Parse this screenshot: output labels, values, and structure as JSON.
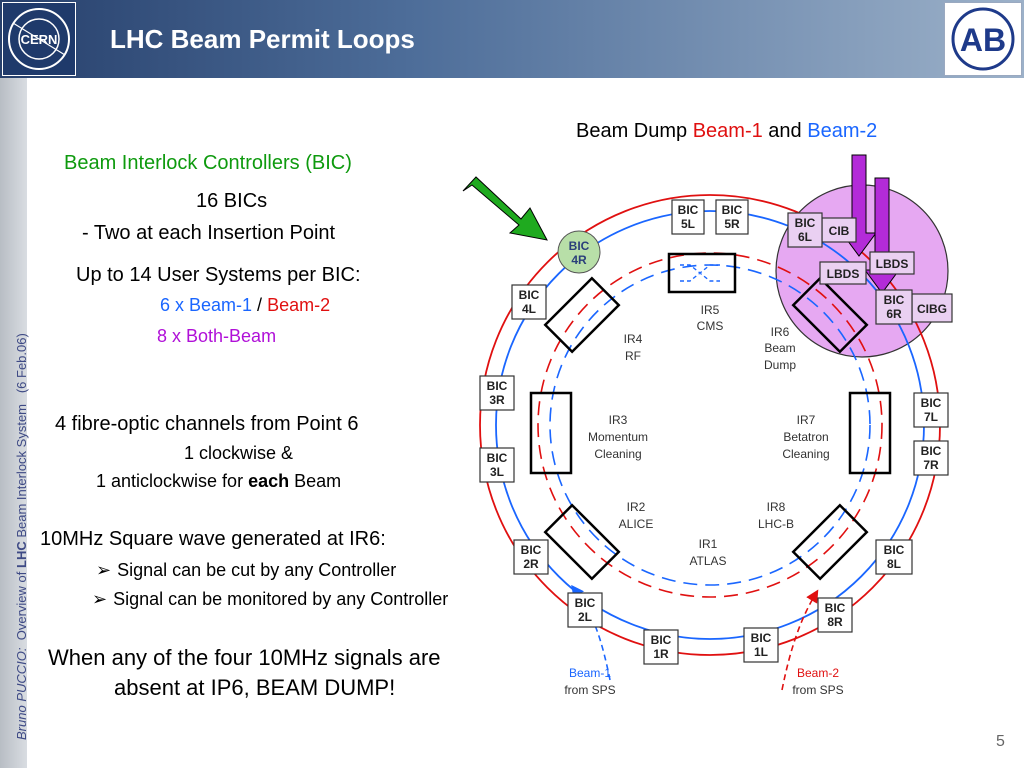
{
  "header": {
    "title": "LHC Beam Permit Loops",
    "cern_logo_text": "CERN",
    "ab_logo_text": "AB"
  },
  "sidebar": {
    "author_first": "Bruno",
    "author_last": "PUCCIO:",
    "talk": "Overview of",
    "lhc": "LHC",
    "rest": "Beam Interlock System",
    "date": "(6 Feb.06)"
  },
  "content": {
    "bic_heading": "Beam Interlock Controllers (BIC)",
    "bic_count": "16 BICs",
    "bic_each": "- Two at each Insertion Point",
    "user_systems": "Up to 14 User Systems per BIC:",
    "six_prefix": "6 x ",
    "six_beam1": "Beam-1",
    "six_sep": " / ",
    "six_beam2": "Beam-2",
    "eight_both": "8 x Both-Beam",
    "fibre_title": "4 fibre-optic channels from Point 6",
    "fibre_cw": "1 clockwise &",
    "fibre_acw_prefix": "1 anticlockwise for ",
    "fibre_acw_bold": "each",
    "fibre_acw_suffix": " Beam",
    "square_wave": "10MHz Square wave generated at IR6:",
    "bullet_cut": "Signal can be cut by any Controller",
    "bullet_monitor": "Signal can be monitored by any Controller",
    "dump_line1": "When any of the four 10MHz signals are",
    "dump_line2": "absent at IP6, BEAM DUMP!",
    "beam_dump_label": "Beam Dump ",
    "beam_dump_b1": "Beam-1",
    "beam_dump_and": " and ",
    "beam_dump_b2": "Beam-2",
    "bullet_icon": "arrow-bullet-icon"
  },
  "diagram": {
    "bics": [
      {
        "id": "bic-5l",
        "l1": "BIC",
        "l2": "5L"
      },
      {
        "id": "bic-5r",
        "l1": "BIC",
        "l2": "5R"
      },
      {
        "id": "bic-4r",
        "l1": "BIC",
        "l2": "4R"
      },
      {
        "id": "bic-4l",
        "l1": "BIC",
        "l2": "4L"
      },
      {
        "id": "bic-6l",
        "l1": "BIC",
        "l2": "6L"
      },
      {
        "id": "bic-6r",
        "l1": "BIC",
        "l2": "6R"
      },
      {
        "id": "bic-3r",
        "l1": "BIC",
        "l2": "3R"
      },
      {
        "id": "bic-3l",
        "l1": "BIC",
        "l2": "3L"
      },
      {
        "id": "bic-7l",
        "l1": "BIC",
        "l2": "7L"
      },
      {
        "id": "bic-7r",
        "l1": "BIC",
        "l2": "7R"
      },
      {
        "id": "bic-2r",
        "l1": "BIC",
        "l2": "2R"
      },
      {
        "id": "bic-8l",
        "l1": "BIC",
        "l2": "8L"
      },
      {
        "id": "bic-2l",
        "l1": "BIC",
        "l2": "2L"
      },
      {
        "id": "bic-8r",
        "l1": "BIC",
        "l2": "8R"
      },
      {
        "id": "bic-1r",
        "l1": "BIC",
        "l2": "1R"
      },
      {
        "id": "bic-1l",
        "l1": "BIC",
        "l2": "1L"
      }
    ],
    "cib": "CIB",
    "lbds": "LBDS",
    "cibg": "CIBG",
    "ir_labels": [
      {
        "id": "ir5",
        "l1": "IR5",
        "l2": "CMS"
      },
      {
        "id": "ir4",
        "l1": "IR4",
        "l2": "RF"
      },
      {
        "id": "ir6",
        "l1": "IR6",
        "l2": "Beam",
        "l3": "Dump"
      },
      {
        "id": "ir3",
        "l1": "IR3",
        "l2": "Momentum",
        "l3": "Cleaning"
      },
      {
        "id": "ir7",
        "l1": "IR7",
        "l2": "Betatron",
        "l3": "Cleaning"
      },
      {
        "id": "ir2",
        "l1": "IR2",
        "l2": "ALICE"
      },
      {
        "id": "ir8",
        "l1": "IR8",
        "l2": "LHC-B"
      },
      {
        "id": "ir1",
        "l1": "IR1",
        "l2": "ATLAS"
      }
    ],
    "beam1_sps": {
      "l1": "Beam-1",
      "l2": "from SPS"
    },
    "beam2_sps": {
      "l1": "Beam-2",
      "l2": "from SPS"
    }
  },
  "page_number": "5",
  "colors": {
    "beam1": "#1a66ff",
    "beam2": "#e01010",
    "heading_green": "#0e9a0e",
    "both_beam": "#b010d8",
    "dump_circle": "#e6a8f2"
  }
}
